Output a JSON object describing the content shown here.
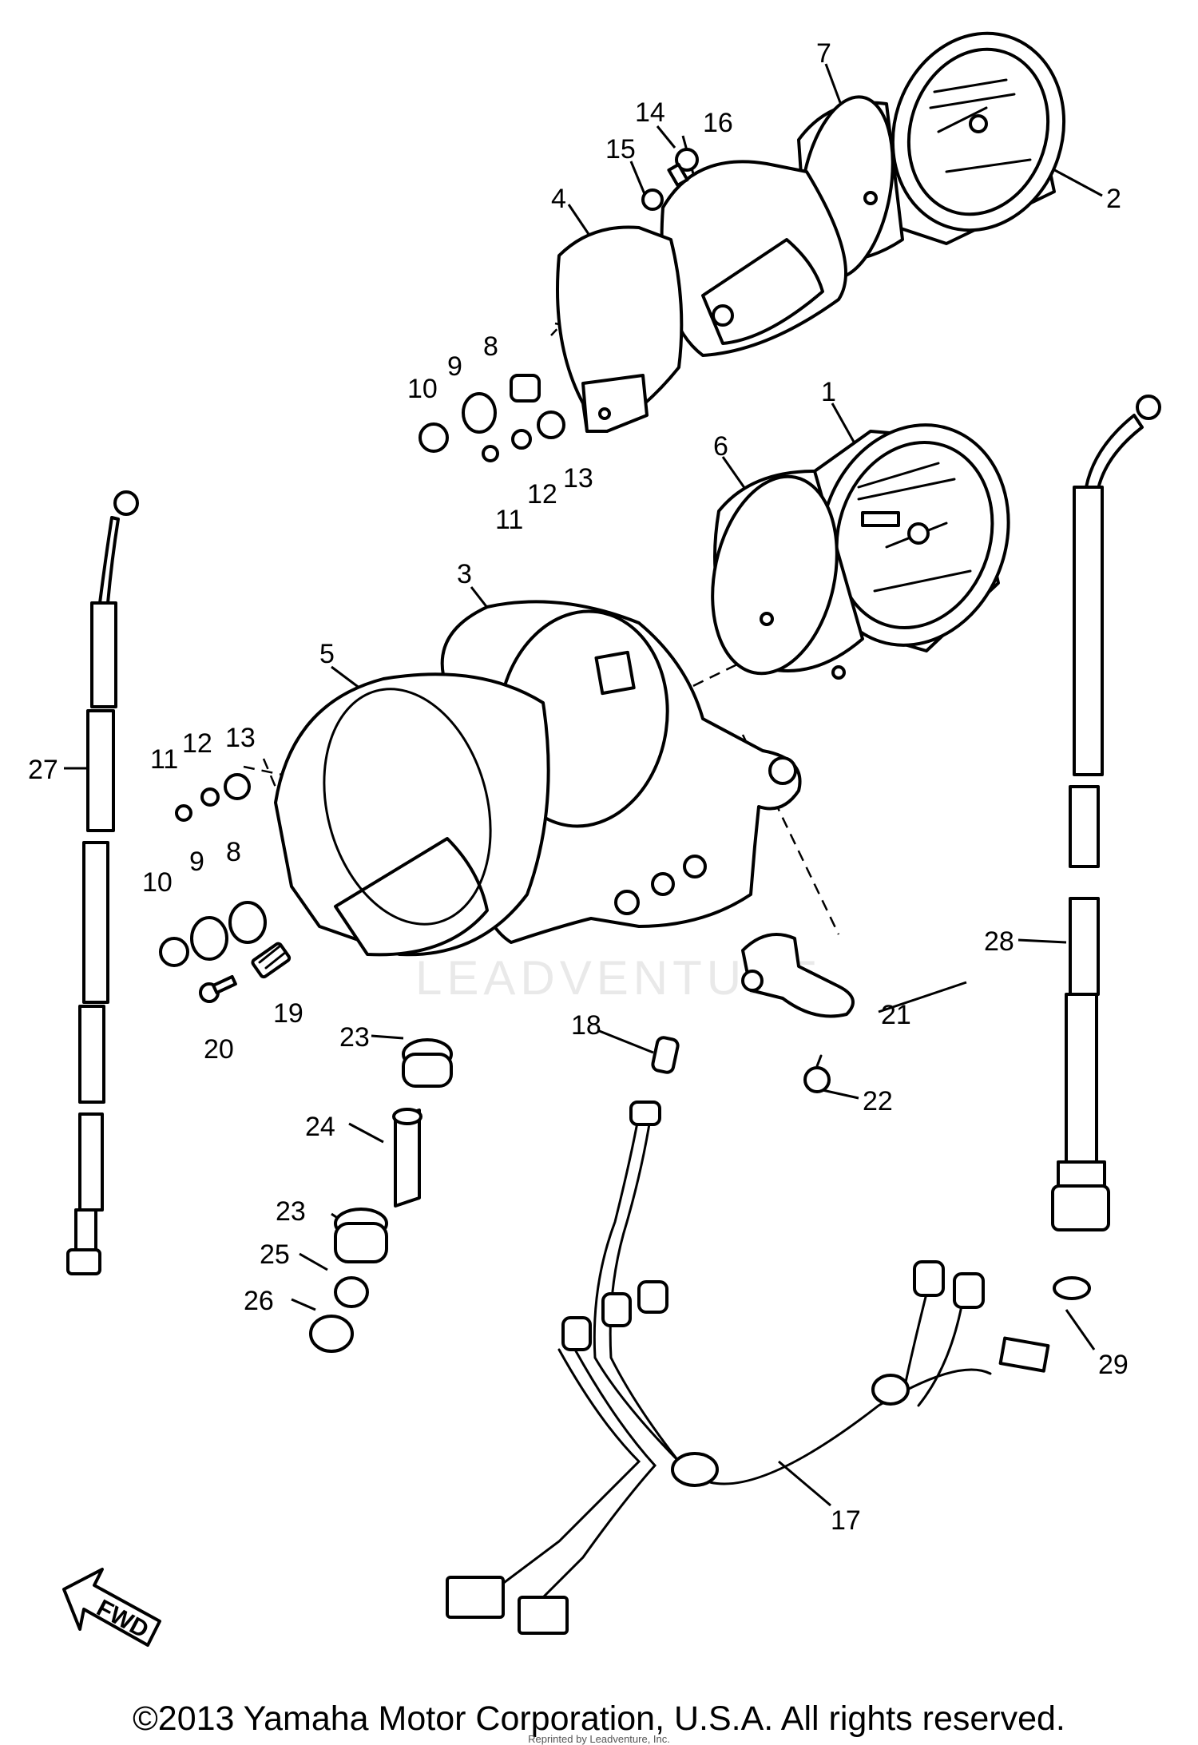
{
  "diagram": {
    "watermark": "LEADVENTURE",
    "direction_marker": "FWD",
    "callouts": [
      "1",
      "2",
      "3",
      "4",
      "5",
      "6",
      "7",
      "8",
      "8",
      "9",
      "9",
      "10",
      "10",
      "11",
      "11",
      "12",
      "12",
      "13",
      "13",
      "14",
      "15",
      "16",
      "17",
      "18",
      "19",
      "20",
      "21",
      "22",
      "23",
      "23",
      "24",
      "25",
      "26",
      "27",
      "28",
      "29"
    ]
  },
  "footer": {
    "copyright": "©2013 Yamaha Motor Corporation, U.S.A. All rights reserved.",
    "reprint": "Reprinted by Leadventure, Inc."
  }
}
